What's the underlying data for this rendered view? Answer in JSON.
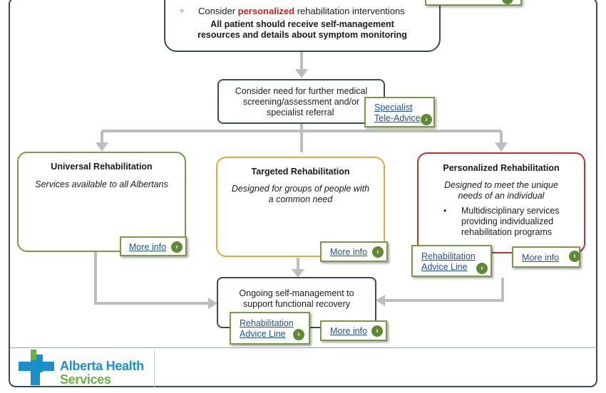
{
  "top_box": {
    "bullet_pre": "Consider ",
    "bullet_emph": "personalized",
    "bullet_post": " rehabilitation interventions",
    "note_line1": "All patient should receive self-management",
    "note_line2": "resources and details about symptom monitoring"
  },
  "screening_box": {
    "line1": "Consider need for further medical",
    "line2": "screening/assessment and/or",
    "line3": "specialist referral",
    "link_line1": "Specialist",
    "link_line2": "Tele-Advice"
  },
  "universal": {
    "title": "Universal Rehabilitation",
    "desc": "Services available to all Albertans",
    "more": "More info"
  },
  "targeted": {
    "title": "Targeted Rehabilitation",
    "desc_line1": "Designed for groups of people with",
    "desc_line2": "a common need",
    "more": "More info"
  },
  "personalized": {
    "title": "Personalized Rehabilitation",
    "desc_line1": "Designed to meet the unique",
    "desc_line2": "needs of an individual",
    "bullet_line1": "Multidisciplinary services",
    "bullet_line2": "providing individualized",
    "bullet_line3": "rehabilitation programs",
    "advice_line1": "Rehabilitation",
    "advice_line2": "Advice Line",
    "more": "More info"
  },
  "ongoing": {
    "line1": "Ongoing self-management to",
    "line2": "support functional recovery",
    "advice_line1": "Rehabilitation",
    "advice_line2": "Advice Line",
    "more": "More info"
  },
  "logo": {
    "line1": "Alberta Health",
    "line2": "Services"
  },
  "colors": {
    "navy": "#3b4a5a",
    "green": "#7a9a45",
    "orange": "#e7a635",
    "red": "#d32b2b",
    "arrow_gray": "#bdbdbd",
    "logo_teal": "#1a8fc8",
    "logo_green": "#6ab23f"
  }
}
